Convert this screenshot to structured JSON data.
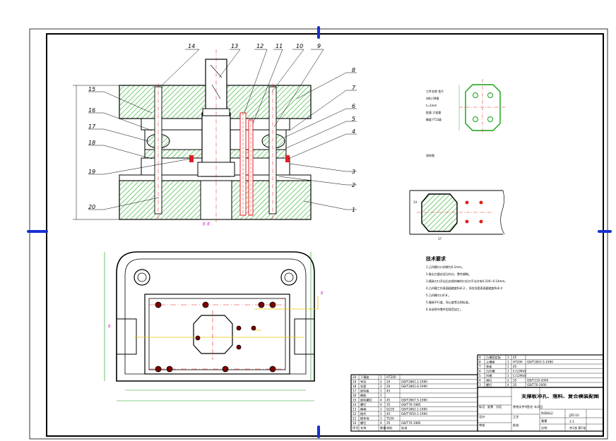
{
  "part_labels": [
    "1",
    "2",
    "3",
    "4",
    "5",
    "6",
    "7",
    "8",
    "9",
    "10",
    "11",
    "12",
    "13",
    "14",
    "15",
    "16",
    "17",
    "18",
    "19",
    "20"
  ],
  "section_label": "F-F",
  "section_mark": "F",
  "workpiece": {
    "title": "工件名称  垫片",
    "material": "材料  08钢",
    "thickness": "t=1mm",
    "batch": "批量  大批量",
    "precision": "精度  IT12级",
    "strip_caption": "排样图",
    "strip_dim": "14",
    "strip_pitch": "17"
  },
  "tech_requirements": {
    "heading": "技术要求",
    "items": [
      "1.凸凹模刃口间隙为0.1mm。",
      "2.推出力量应适当均匀，零件顺畅。",
      "3.模具刃口开出后应保持锋利口后刃不允许有0.100~0.14mm。",
      "4.凸凹模工作表面粗糙度Ra0.2      ，导柱导套表面粗糙度Ra0.4",
      "5.凸凹模刃口0.8    。",
      "5.模具平行度、同心度等达到标准。",
      "6.本说明书零件型规范加工。"
    ]
  },
  "bom_rows": [
    {
      "no": "20",
      "name": "下模座",
      "qty": "1",
      "mat": "HT200",
      "std": ""
    },
    {
      "no": "19",
      "name": "导柱",
      "qty": "2",
      "mat": "20",
      "std": "GB/T2861.1-1990"
    },
    {
      "no": "18",
      "name": "导套",
      "qty": "2",
      "mat": "20",
      "std": "GB/T2861.6-1990"
    },
    {
      "no": "17",
      "name": "卸料板",
      "qty": "1",
      "mat": "45",
      "std": ""
    },
    {
      "no": "16",
      "name": "橡胶",
      "qty": "1",
      "mat": "",
      "std": ""
    },
    {
      "no": "15",
      "name": "卸料螺钉",
      "qty": "4",
      "mat": "45",
      "std": "GB/T2867.5-1990"
    },
    {
      "no": "14",
      "name": "螺钉",
      "qty": "4",
      "mat": "35",
      "std": "GB/T70-1985"
    },
    {
      "no": "13",
      "name": "模柄",
      "qty": "1",
      "mat": "Q235",
      "std": "GB/T2862.1-1990"
    },
    {
      "no": "12",
      "name": "推杆",
      "qty": "1",
      "mat": "45",
      "std": "GB/T7650.1-1994"
    },
    {
      "no": "11",
      "name": "推件块",
      "qty": "1",
      "mat": "T10A",
      "std": ""
    },
    {
      "no": "10",
      "name": "螺钉",
      "qty": "4",
      "mat": "35",
      "std": "GB/T70-1985"
    }
  ],
  "bom_rows_upper": [
    {
      "no": "9",
      "name": "凸模固定板",
      "qty": "1",
      "mat": "45",
      "std": ""
    },
    {
      "no": "8",
      "name": "上模座",
      "qty": "1",
      "mat": "HT200",
      "std": "GB/T2855.5-1990"
    },
    {
      "no": "7",
      "name": "垫板",
      "qty": "1",
      "mat": "45",
      "std": ""
    },
    {
      "no": "6",
      "name": "凸凹模",
      "qty": "1",
      "mat": "Cr12MoV",
      "std": ""
    },
    {
      "no": "5",
      "name": "凹模",
      "qty": "1",
      "mat": "Cr12MoV",
      "std": ""
    },
    {
      "no": "4",
      "name": "销钉",
      "qty": "2",
      "mat": "35",
      "std": "GB/T119-2000"
    },
    {
      "no": "3",
      "name": "螺钉",
      "qty": "4",
      "mat": "35",
      "std": "GB/T70-2000"
    }
  ],
  "bom_header": {
    "no": "序号",
    "name": "名称",
    "qty": "数量",
    "mat": "材料",
    "std": "标准"
  },
  "title_block": {
    "drawing_title": "支撑板冲孔、落料、复合模装配图",
    "drawing_no": "JZ0-10",
    "scale": "1:1",
    "sheet": "共1张 第1张",
    "row_labels": [
      "标记",
      "处数",
      "分区",
      "更改文件号",
      "签名",
      "年月日"
    ],
    "role_labels": [
      "设计",
      "审核",
      "工艺",
      "批准"
    ],
    "extra": [
      "阶段标记",
      "重量",
      "比例"
    ]
  },
  "colors": {
    "hatch": "#3db83d",
    "red": "#e02020",
    "yellow": "#e6c800",
    "magenta": "#d024d0",
    "blue": "#1a2fd0",
    "green": "#12a012"
  },
  "icons": [
    "center-mark-icon",
    "section-arrow-icon"
  ]
}
